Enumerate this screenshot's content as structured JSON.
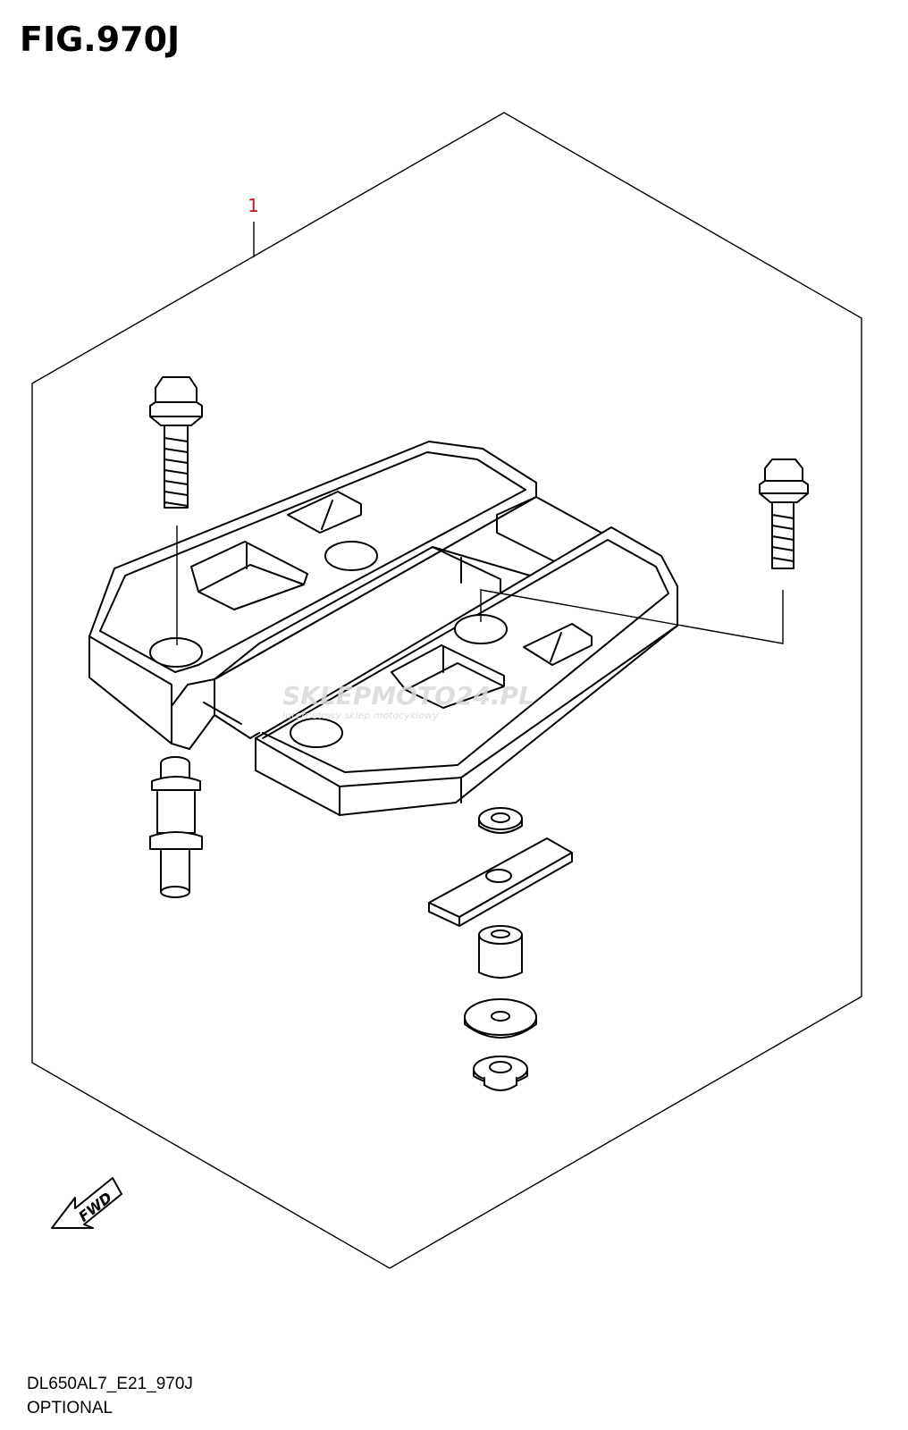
{
  "figure": {
    "title": "FIG.970J"
  },
  "callouts": [
    {
      "number": "1",
      "color": "#b22222"
    }
  ],
  "fwd_arrow": {
    "label": "FWD"
  },
  "watermark": {
    "brand": "SKLEPMOTO24.PL",
    "tagline": "internetowy sklep motocyklowy"
  },
  "footer": {
    "code": "DL650AL7_E21_970J",
    "name": "OPTIONAL"
  },
  "colors": {
    "line": "#000000",
    "callout": "#b22222",
    "watermark": "#d9d9d9",
    "watermark_accent": "#f2b8b8"
  }
}
